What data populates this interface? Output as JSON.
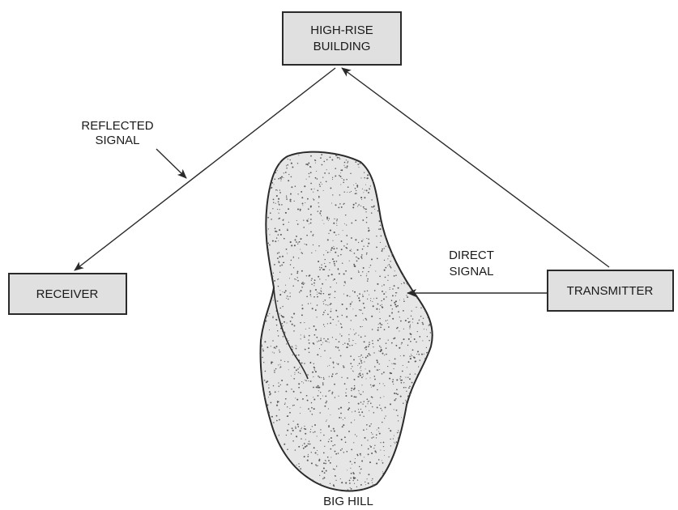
{
  "nodes": {
    "building": {
      "line1": "HIGH-RISE",
      "line2": "BUILDING"
    },
    "receiver": {
      "label": "RECEIVER"
    },
    "transmitter": {
      "label": "TRANSMITTER"
    }
  },
  "labels": {
    "reflected": {
      "line1": "REFLECTED",
      "line2": "SIGNAL"
    },
    "direct": {
      "line1": "DIRECT",
      "line2": "SIGNAL"
    },
    "hill": "BIG HILL"
  },
  "colors": {
    "box_fill": "#e0e0e0",
    "box_stroke": "#2a2a2a",
    "line": "#2a2a2a",
    "hill_fill": "#e6e6e6",
    "stipple": "#5a5a5a"
  }
}
